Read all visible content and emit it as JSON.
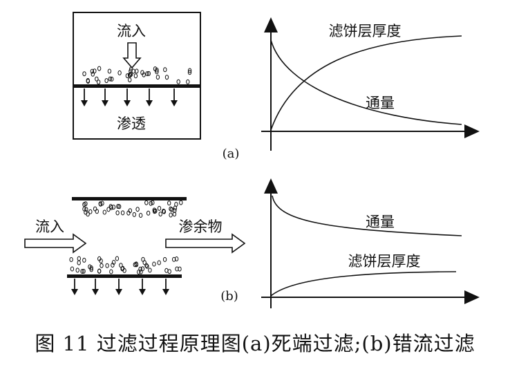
{
  "panel_a": {
    "inflow_label": "流入",
    "permeate_label": "渗透",
    "curve_label_thickness": "滤饼层厚度",
    "curve_label_flux": "通量",
    "tag": "(a)"
  },
  "panel_b": {
    "inflow_label": "流入",
    "retentate_label": "渗余物",
    "curve_label_flux": "通量",
    "curve_label_thickness": "滤饼层厚度",
    "tag": "(b)"
  },
  "caption": "图 11 过滤过程原理图(a)死端过滤;(b)错流过滤"
}
